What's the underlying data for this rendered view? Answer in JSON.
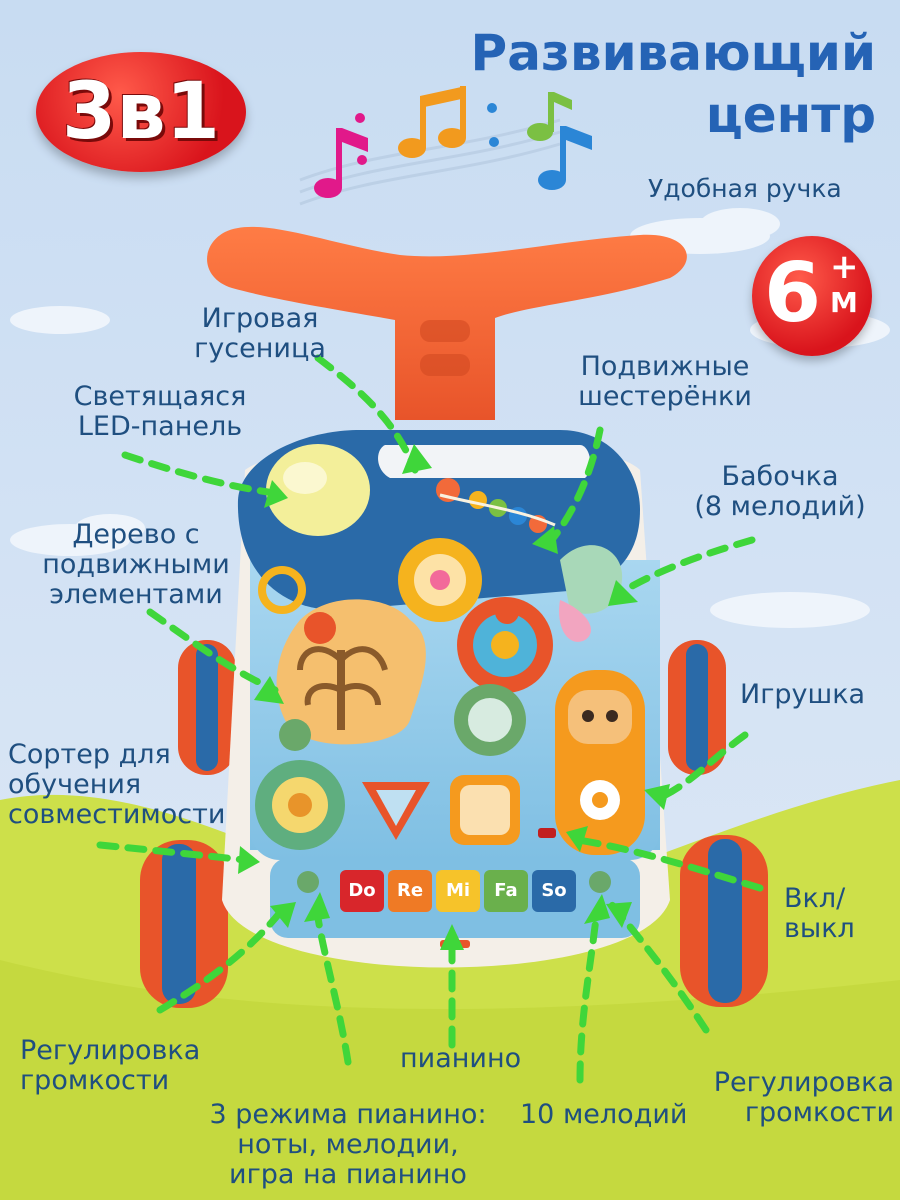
{
  "title": "Развивающий\nцентр",
  "badge_3in1": "3в1",
  "age_badge": {
    "number": "6",
    "plus": "+",
    "unit": "М"
  },
  "piano_keys": [
    "Do",
    "Re",
    "Mi",
    "Fa",
    "So"
  ],
  "labels": {
    "handle": "Удобная ручка",
    "caterpillar": "Игровая\nгусеница",
    "led_panel": "Светящаяся\nLED-панель",
    "gears": "Подвижные\nшестерёнки",
    "butterfly": "Бабочка\n(8 мелодий)",
    "tree": "Дерево с\nподвижными\nэлементами",
    "toy": "Игрушка",
    "sorter": "Сортер для\nобучения\nсовместимости",
    "power": "Вкл/\nвыкл",
    "volume_left": "Регулировка\nгромкости",
    "piano": "пианино",
    "piano_modes": "3 режима пианино:\nноты, мелодии,\nигра на пианино",
    "melodies": "10 мелодий",
    "volume_right": "Регулировка\nгромкости"
  },
  "colors": {
    "sky": "#cfe0f3",
    "grass": "#cfe14a",
    "text": "#1f4f80",
    "title": "#2563b5",
    "badge": "#e0201f",
    "arrow": "#3fd63a",
    "handle": "#f26a3a",
    "panel": "#2a6aa8"
  }
}
